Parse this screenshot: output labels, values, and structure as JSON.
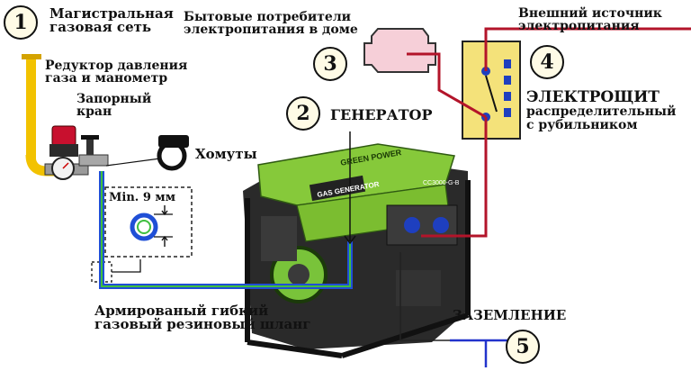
{
  "labels": {
    "gas_main": [
      "Магистральная",
      "газовая сеть"
    ],
    "reducer": [
      "Редуктор давления",
      "газа и манометр"
    ],
    "shutoff": [
      "Запорный",
      "кран"
    ],
    "clamps": "Хомуты",
    "min_gap": "Min. 9 мм",
    "hose": [
      "Армированый гибкий",
      "газовый резиновый шланг"
    ],
    "consumers": [
      "Бытовые потребители",
      "электропитания в доме"
    ],
    "generator": "ГЕНЕРАТОР",
    "external_source": [
      "Внешний источник",
      "электропитания"
    ],
    "panel": [
      "ЭЛЕКТРОЩИТ",
      "распределительный",
      "с рубильником"
    ],
    "grounding": "ЗАЗЕМЛЕНИЕ",
    "generator_brand": "GREEN POWER",
    "generator_plate": "GAS GENERATOR",
    "generator_model": "CC3000-G-B"
  },
  "markers": [
    "1",
    "2",
    "3",
    "4",
    "5"
  ],
  "colors": {
    "gas_pipe": "#f2c200",
    "hose_blue": "#1f4fd6",
    "hose_green": "#3fbf3f",
    "power_cable": "#b3142a",
    "panel_fill": "#f4e27a",
    "house_fill": "#f6cfd8",
    "generator_green": "#86c93a",
    "ground_line": "#2233cc"
  }
}
